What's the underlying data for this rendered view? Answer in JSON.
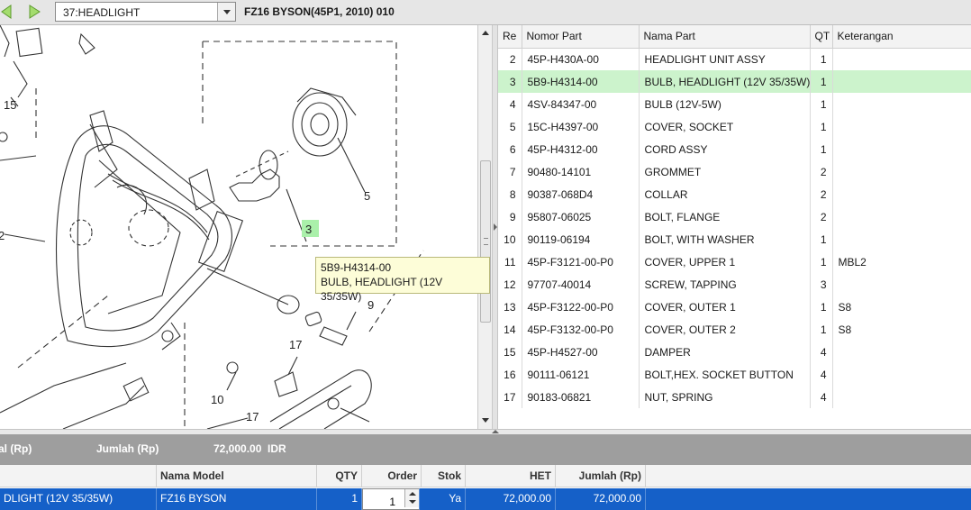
{
  "toolbar": {
    "back_icon": "green-left-arrow",
    "forward_icon": "green-right-arrow",
    "group_select": "37:HEADLIGHT",
    "model_title": "FZ16 BYSON(45P1, 2010) 010"
  },
  "diagram": {
    "callouts": [
      "15",
      "2",
      "3",
      "5",
      "9",
      "17",
      "10",
      "17"
    ],
    "highlight_color": "#aaf0aa"
  },
  "tooltip": {
    "part_number": "5B9-H4314-00",
    "part_name": "BULB, HEADLIGHT (12V 35/35W)"
  },
  "parts_table": {
    "headers": [
      "Re",
      "Nomor Part",
      "Nama Part",
      "QT",
      "Keterangan"
    ],
    "rows": [
      {
        "ref": "2",
        "part_no": "45P-H430A-00",
        "name": "HEADLIGHT UNIT ASSY",
        "qty": "1",
        "note": ""
      },
      {
        "ref": "3",
        "part_no": "5B9-H4314-00",
        "name": "BULB, HEADLIGHT (12V 35/35W)",
        "qty": "1",
        "note": "",
        "selected": true
      },
      {
        "ref": "4",
        "part_no": "4SV-84347-00",
        "name": "BULB (12V-5W)",
        "qty": "1",
        "note": ""
      },
      {
        "ref": "5",
        "part_no": "15C-H4397-00",
        "name": "COVER, SOCKET",
        "qty": "1",
        "note": ""
      },
      {
        "ref": "6",
        "part_no": "45P-H4312-00",
        "name": "CORD ASSY",
        "qty": "1",
        "note": ""
      },
      {
        "ref": "7",
        "part_no": "90480-14101",
        "name": "GROMMET",
        "qty": "2",
        "note": ""
      },
      {
        "ref": "8",
        "part_no": "90387-068D4",
        "name": "COLLAR",
        "qty": "2",
        "note": ""
      },
      {
        "ref": "9",
        "part_no": "95807-06025",
        "name": "BOLT, FLANGE",
        "qty": "2",
        "note": ""
      },
      {
        "ref": "10",
        "part_no": "90119-06194",
        "name": "BOLT, WITH WASHER",
        "qty": "1",
        "note": ""
      },
      {
        "ref": "11",
        "part_no": "45P-F3121-00-P0",
        "name": "COVER, UPPER 1",
        "qty": "1",
        "note": "MBL2"
      },
      {
        "ref": "12",
        "part_no": "97707-40014",
        "name": "SCREW, TAPPING",
        "qty": "3",
        "note": ""
      },
      {
        "ref": "13",
        "part_no": "45P-F3122-00-P0",
        "name": "COVER, OUTER 1",
        "qty": "1",
        "note": "S8"
      },
      {
        "ref": "14",
        "part_no": "45P-F3132-00-P0",
        "name": "COVER, OUTER 2",
        "qty": "1",
        "note": "S8"
      },
      {
        "ref": "15",
        "part_no": "45P-H4527-00",
        "name": "DAMPER",
        "qty": "4",
        "note": ""
      },
      {
        "ref": "16",
        "part_no": "90111-06121",
        "name": "BOLT,HEX. SOCKET BUTTON",
        "qty": "4",
        "note": ""
      },
      {
        "ref": "17",
        "part_no": "90183-06821",
        "name": "NUT, SPRING",
        "qty": "4",
        "note": ""
      }
    ],
    "selected_color": "#ccf3cc"
  },
  "summary": {
    "left_label": "al (Rp)",
    "total_label": "Jumlah (Rp)",
    "total_value": "72,000.00",
    "currency": "IDR"
  },
  "cart": {
    "headers": {
      "part": "",
      "model": "Nama Model",
      "qty": "QTY",
      "order": "Order",
      "stok": "Stok",
      "het": "HET",
      "jumlah": "Jumlah (Rp)"
    },
    "row": {
      "part": "DLIGHT (12V 35/35W)",
      "model": "FZ16 BYSON",
      "qty": "1",
      "order": "1",
      "stok": "Ya",
      "het": "72,000.00",
      "jumlah": "72,000.00"
    },
    "selected_color": "#1560c8"
  }
}
